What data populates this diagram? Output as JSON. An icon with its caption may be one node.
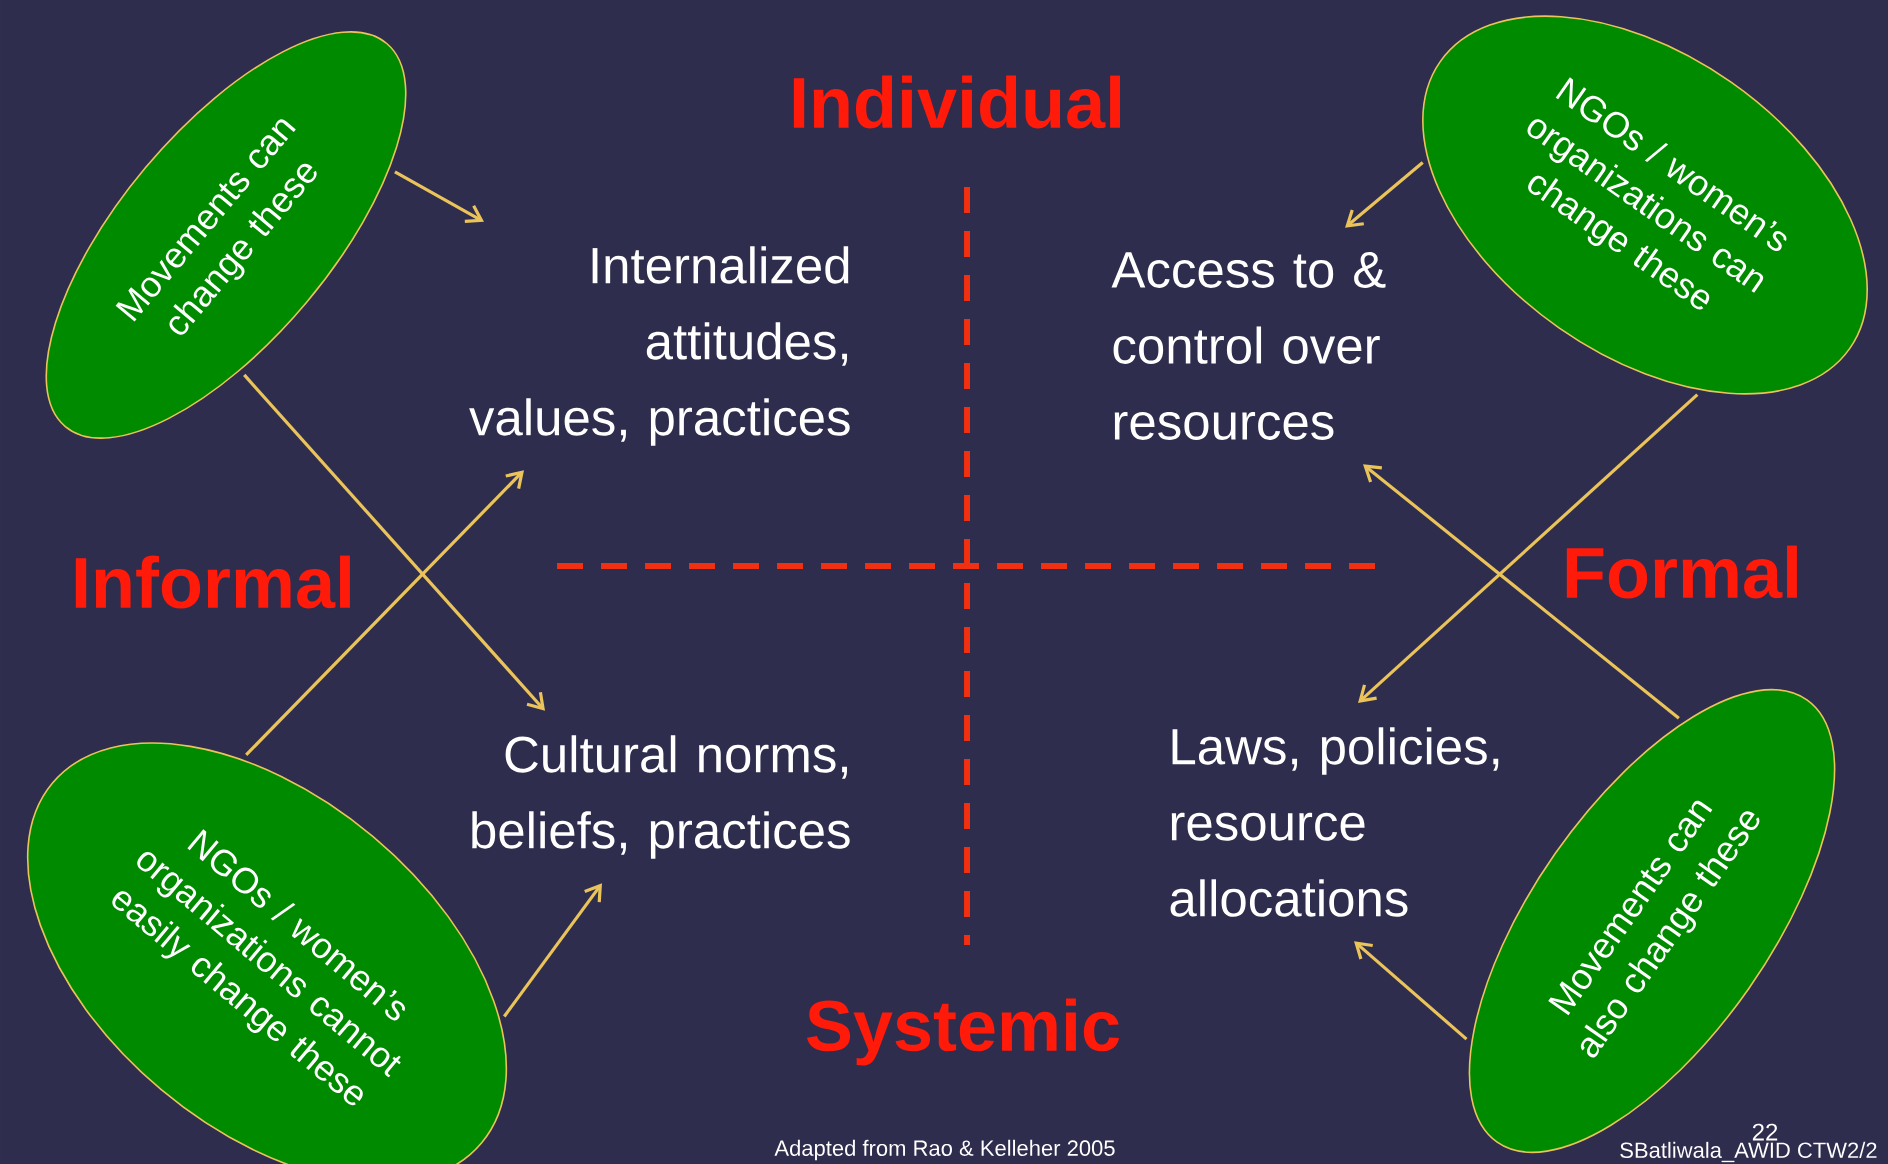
{
  "diagram": {
    "nodes": [
      {
        "text": [
          "Movements can change these"
        ]
      },
      {
        "text": [
          "NGOs / women’s organizations can change these"
        ]
      },
      {
        "text": [
          "NGOs / women’s organizations cannot easily change these"
        ]
      },
      {
        "text": [
          "Movements can also change these"
        ]
      },
      {
        "text": [
          "Internalized attitudes, values, practices"
        ]
      },
      {
        "text": [
          "Access to & control over resources"
        ]
      },
      {
        "text": [
          "Cultural norms, beliefs, practices"
        ]
      },
      {
        "text": [
          "Laws, policies, resource allocations"
        ]
      }
    ],
    "edges": [
      {
        "from": 0,
        "to": 4,
        "arrow": "to"
      },
      {
        "from": 0,
        "to": 6,
        "arrow": "to"
      },
      {
        "from": 2,
        "to": 4,
        "arrow": "to"
      },
      {
        "from": 2,
        "to": 6,
        "arrow": "to"
      },
      {
        "from": 1,
        "to": 5,
        "arrow": "to"
      },
      {
        "from": 1,
        "to": 7,
        "arrow": "to"
      },
      {
        "from": 3,
        "to": 5,
        "arrow": "to"
      },
      {
        "from": 3,
        "to": 7,
        "arrow": "to"
      }
    ],
    "labels": [
      "Individual",
      "Informal",
      "Formal",
      "Systemic",
      "22",
      "Adapted from Rao & Kelleher 2005",
      "SBatliwala_AWID CTW2/2"
    ]
  }
}
